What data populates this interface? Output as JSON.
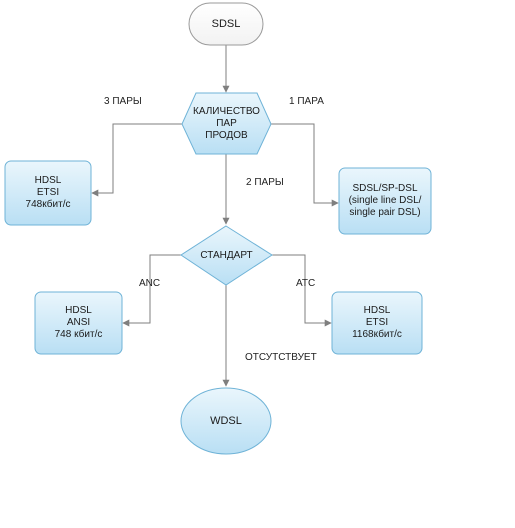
{
  "colors": {
    "fill_light": "#eaf6fc",
    "fill_dark": "#b9dff4",
    "stroke": "#6fb3d7",
    "start_fill": "#f2f2f2",
    "start_stroke": "#9a9a9a",
    "line": "#7f7f7f"
  },
  "nodes": {
    "start": "SDSL",
    "pairs": "КАЛИЧЕСТВО\nПАР\nПРОДОВ",
    "hdsl_etsi_748": "HDSL\nETSI\n748кбит/с",
    "sdsl_spdsl": "SDSL/SP-DSL\n(single line DSL/\nsingle pair DSL)",
    "standard": "СТАНДАРТ",
    "hdsl_ansi": "HDSL\nANSI\n748 кбит/с",
    "hdsl_etsi_1168": "HDSL\nETSI\n1168кбит/с",
    "wdsl": "WDSL"
  },
  "edges": {
    "three_pairs": "3 ПАРЫ",
    "one_pair": "1 ПАРА",
    "two_pairs": "2 ПАРЫ",
    "anc": "ANC",
    "atc": "ATC",
    "absent": "ОТСУТСТВУЕТ"
  }
}
